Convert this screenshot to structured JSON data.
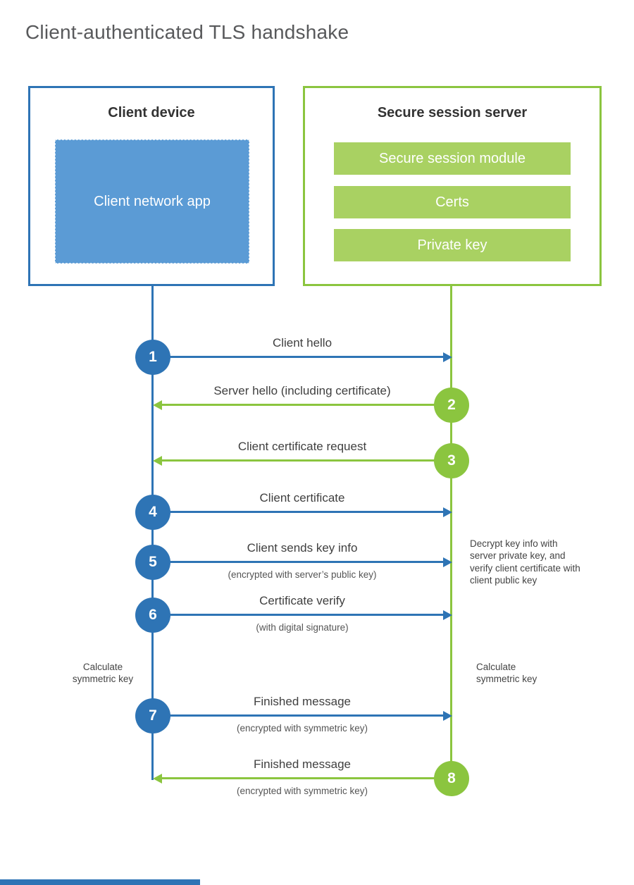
{
  "title": "Client-authenticated TLS handshake",
  "colors": {
    "blue": "#2e74b5",
    "blue_light": "#5b9bd5",
    "green": "#8bc53f",
    "green_light": "#a9d162"
  },
  "client": {
    "title": "Client device",
    "app_label": "Client network app"
  },
  "server": {
    "title": "Secure session server",
    "modules": [
      "Secure session module",
      "Certs",
      "Private key"
    ]
  },
  "messages": [
    {
      "number": "1",
      "from": "client",
      "to": "server",
      "label": "Client hello",
      "sub": ""
    },
    {
      "number": "2",
      "from": "server",
      "to": "client",
      "label": "Server hello (including certificate)",
      "sub": ""
    },
    {
      "number": "3",
      "from": "server",
      "to": "client",
      "label": "Client certificate request",
      "sub": ""
    },
    {
      "number": "4",
      "from": "client",
      "to": "server",
      "label": "Client certificate",
      "sub": ""
    },
    {
      "number": "5",
      "from": "client",
      "to": "server",
      "label": "Client sends key info",
      "sub": "(encrypted with server’s public key)"
    },
    {
      "number": "6",
      "from": "client",
      "to": "server",
      "label": "Certificate verify",
      "sub": "(with digital signature)"
    },
    {
      "number": "7",
      "from": "client",
      "to": "server",
      "label": "Finished message",
      "sub": "(encrypted with symmetric key)"
    },
    {
      "number": "8",
      "from": "server",
      "to": "client",
      "label": "Finished message",
      "sub": "(encrypted with symmetric key)"
    }
  ],
  "notes": {
    "decrypt": "Decrypt key info with server private key, and verify client certificate with client public key",
    "calc_left": "Calculate symmetric key",
    "calc_right": "Calculate symmetric key"
  }
}
